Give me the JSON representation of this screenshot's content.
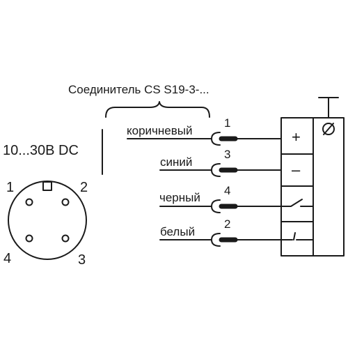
{
  "connector": {
    "title": "Соединитель CS S19-3-...",
    "supply": "10...30В DC",
    "plug_pins": [
      "1",
      "2",
      "4",
      "3"
    ]
  },
  "wires": [
    {
      "label": "коричневый",
      "pin": "1"
    },
    {
      "label": "синий",
      "pin": "3"
    },
    {
      "label": "черный",
      "pin": "4"
    },
    {
      "label": "белый",
      "pin": "2"
    }
  ],
  "terminals": {
    "plus": "+",
    "minus": "–",
    "ground": "⏚"
  }
}
